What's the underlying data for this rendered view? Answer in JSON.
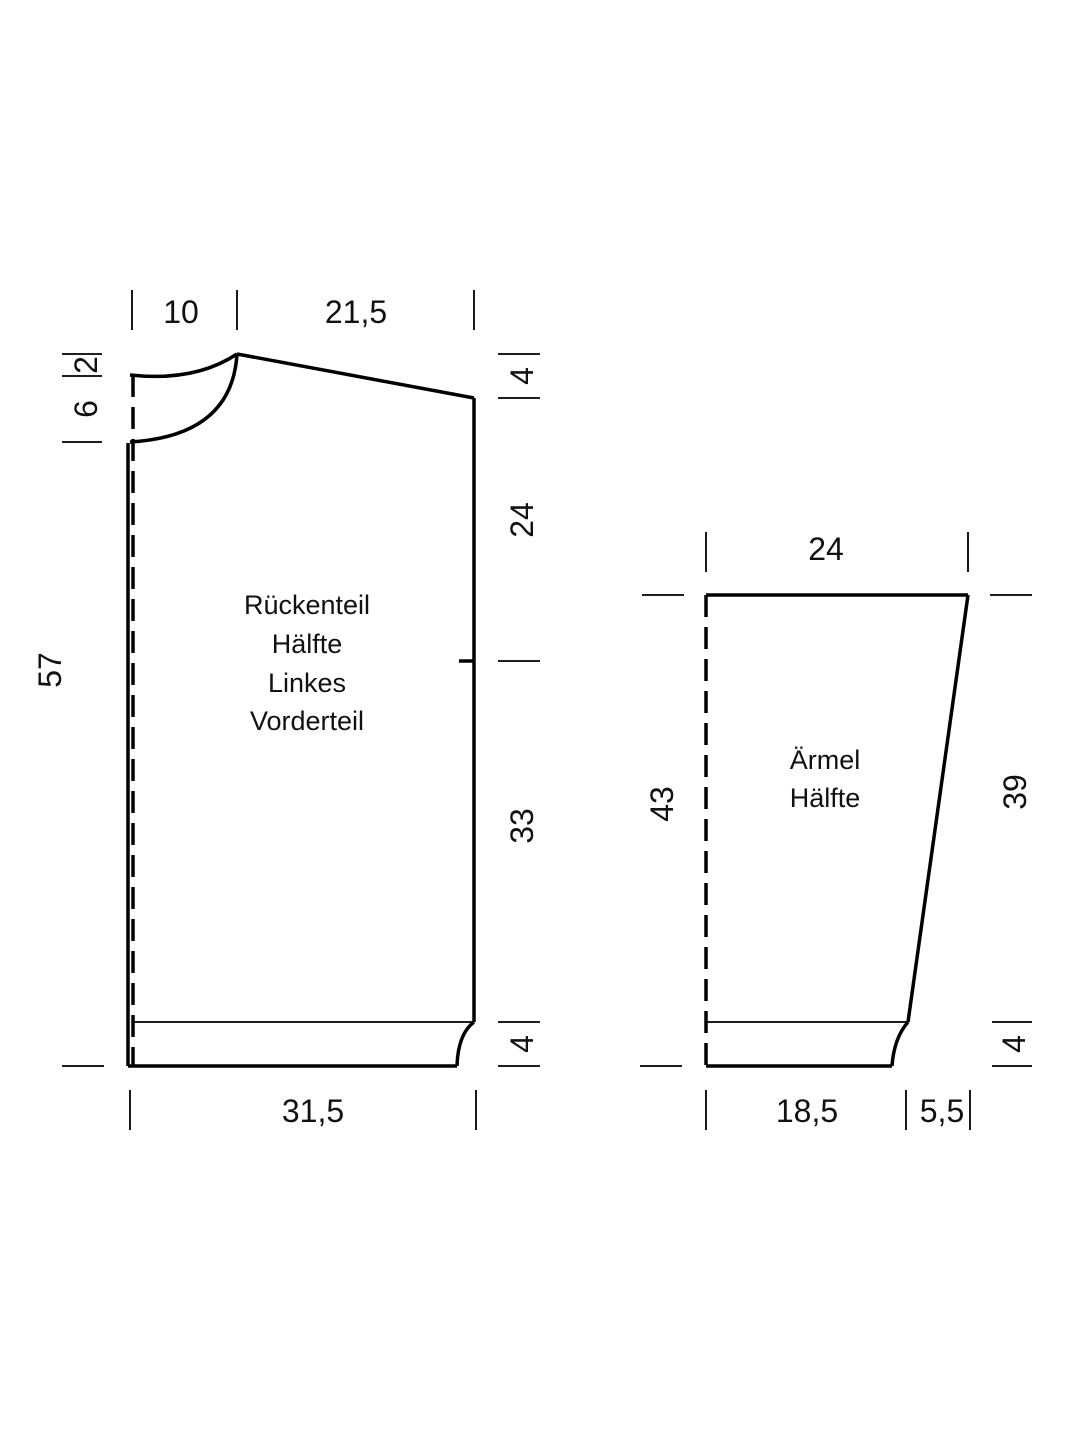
{
  "back_piece": {
    "label_lines": [
      "Rückenteil",
      "Hälfte",
      "Linkes",
      "Vorderteil"
    ],
    "dims": {
      "neck_width": "10",
      "shoulder_width": "21,5",
      "neck_depth_back": "2",
      "neck_depth_front": "6",
      "shoulder_slope": "4",
      "total_length": "57",
      "armhole_depth": "24",
      "side_length": "33",
      "rib_height": "4",
      "bottom_width": "31,5"
    }
  },
  "sleeve_piece": {
    "label_lines": [
      "Ärmel",
      "Hälfte"
    ],
    "dims": {
      "top_width": "24",
      "inner_length": "43",
      "outer_length": "39",
      "rib_height": "4",
      "cuff_width": "18,5",
      "cuff_offset": "5,5"
    }
  }
}
